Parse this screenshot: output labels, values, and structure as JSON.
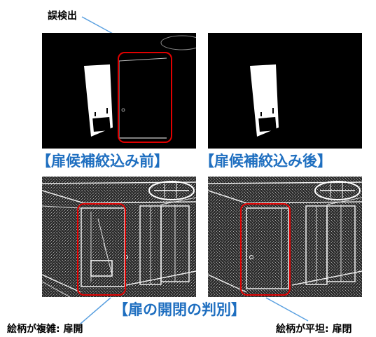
{
  "annotations": {
    "false_detection": "誤検出",
    "before_label": "【扉候補絞込み前】",
    "after_label": "【扉候補絞込み後】",
    "open_close_label": "【扉の開閉の判別】",
    "complex_pattern": "絵柄が複雑: 扉開",
    "flat_pattern": "絵柄が平坦: 扉閉"
  },
  "colors": {
    "accent_blue": "#1f6fc0",
    "highlight_red": "#e00000",
    "pointer_line": "#5aa0e0"
  },
  "panels": [
    {
      "name": "edge-before",
      "background": "black",
      "highlight": true
    },
    {
      "name": "edge-after",
      "background": "black",
      "highlight": false
    },
    {
      "name": "room-open",
      "background": "noisy",
      "highlight": true
    },
    {
      "name": "room-closed",
      "background": "noisy",
      "highlight": true
    }
  ]
}
